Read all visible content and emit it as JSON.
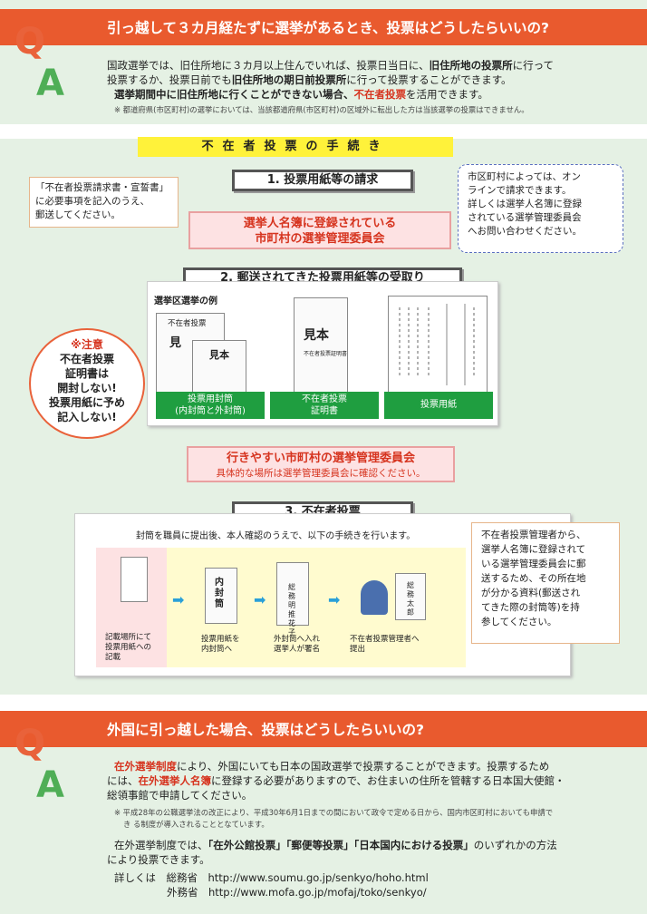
{
  "q1": {
    "title": "引っ越して３カ月経たずに選挙があるとき、投票はどうしたらいいの?",
    "l1a": "国政選挙では、旧住所地に３カ月以上住んでいれば、投票日当日に、",
    "l1b": "旧住所地の投票所",
    "l1c": "に行って",
    "l2a": "投票するか、投票日前でも",
    "l2b": "旧住所地の期日前投票所",
    "l2c": "に行って投票することができます。",
    "l3a": "選挙期間中に旧住所地に行くことができない場合、",
    "l3b": "不在者投票",
    "l3c": "を活用できます。",
    "note": "※ 都道府県(市区町村)の選挙においては、当該都道府県(市区町村)の区域外に転出した方は当該選挙の投票はできません。"
  },
  "flow": {
    "title": "不在者投票の手続き",
    "step1": "1. 投票用紙等の請求",
    "note_left": [
      "「不在者投票請求書・宣誓書」",
      "に必要事項を記入のうえ、",
      "郵送してください。"
    ],
    "note_right": [
      "市区町村によっては、オン",
      "ラインで請求できます。",
      "詳しくは選挙人名簿に登録",
      "されている選挙管理委員会",
      "へお問い合わせください。"
    ],
    "pink1": [
      "選挙人名簿に登録されている",
      "市町村の選挙管理委員会"
    ],
    "step2": "2. 郵送されてきた投票用紙等の受取り",
    "example": "選挙区選挙の例",
    "labels": [
      "投票用封筒",
      "(内封筒と外封筒)",
      "不在者投票",
      "証明書",
      "投票用紙"
    ],
    "env_texts": [
      "不在者投票",
      "見",
      "見本",
      "見本",
      "不在者投票証明書"
    ],
    "caution": [
      "※注意",
      "不在者投票",
      "証明書は",
      "開封しない!",
      "投票用紙に予め",
      "記入しない!"
    ],
    "pink2a": "行きやすい市町村の選挙管理委員会",
    "pink2b": "具体的な場所は選挙管理委員会に確認ください。",
    "step3": "3. 不在者投票",
    "step3_desc": "封筒を職員に提出後、本人確認のうえで、以下の手続きを行います。",
    "proc": [
      "記載場所にて",
      "投票用紙への",
      "記載",
      "投票用紙を",
      "内封筒へ",
      "外封筒へ入れ",
      "選挙人が署名",
      "不在者投票管理者へ",
      "提出"
    ],
    "env2": [
      "内封筒",
      "総務 明推花子",
      "総務太郎"
    ],
    "note3": [
      "不在者投票管理者から、",
      "選挙人名簿に登録されて",
      "いる選挙管理委員会に郵",
      "送するため、その所在地",
      "が分かる資料(郵送され",
      "てきた際の封筒等)を持",
      "参してください。"
    ]
  },
  "q2": {
    "title": "外国に引っ越した場合、投票はどうしたらいいの?",
    "p1a": "在外選挙制度",
    "p1b": "により、外国にいても日本の国政選挙で投票することができます。投票するため",
    "p2a": "には、",
    "p2b": "在外選挙人名簿",
    "p2c": "に登録する必要がありますので、お住まいの住所を管轄する日本国大使館・",
    "p3": "総領事館で申請してください。",
    "n1": "※ 平成28年の公職選挙法の改正により、平成30年6月1日までの間において政令で定める日から、国内市区町村においても申請で",
    "n2": "き る制度が導入されることとなています。",
    "p4a": "在外選挙制度では、",
    "p4b": "「在外公館投票」",
    "p4c": "「郵便等投票」",
    "p4d": "「日本国内における投票」",
    "p4e": "のいずれかの方法",
    "p5": "により投票できます。",
    "l1a": "詳しくは　総務省",
    "l1b": "http://www.soumu.go.jp/senkyo/hoho.html",
    "l2a": "外務省",
    "l2b": "http://www.mofa.go.jp/mofaj/toko/senkyo/"
  },
  "qa": {
    "q": "Q",
    "a": "A"
  },
  "colors": {
    "orange": "#e95a2e",
    "green": "#4fae56",
    "red": "#d6341f",
    "yellow": "#fff23a",
    "bg": "#e5f1e4"
  }
}
